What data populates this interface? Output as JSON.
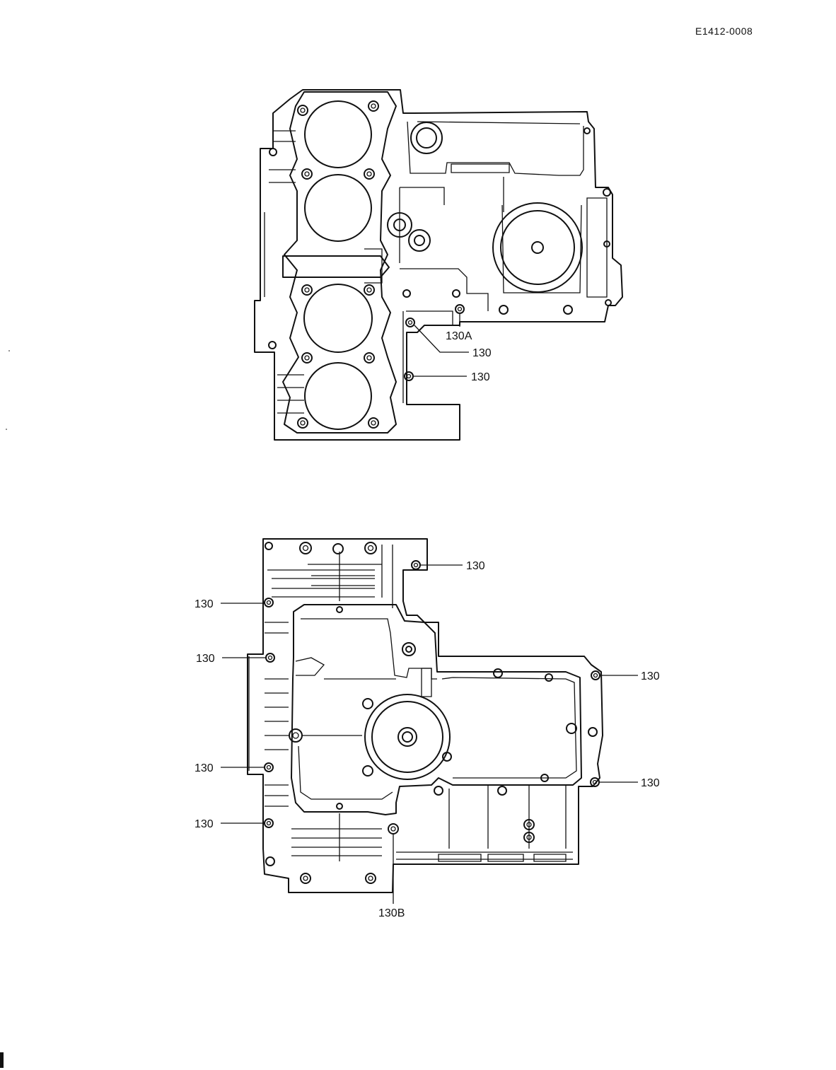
{
  "document_code": "E1412-0008",
  "upper_view": {
    "callouts": [
      "130A",
      "130",
      "130"
    ]
  },
  "lower_view": {
    "callouts": [
      "130",
      "130",
      "130",
      "130",
      "130",
      "130",
      "130",
      "130B"
    ]
  }
}
